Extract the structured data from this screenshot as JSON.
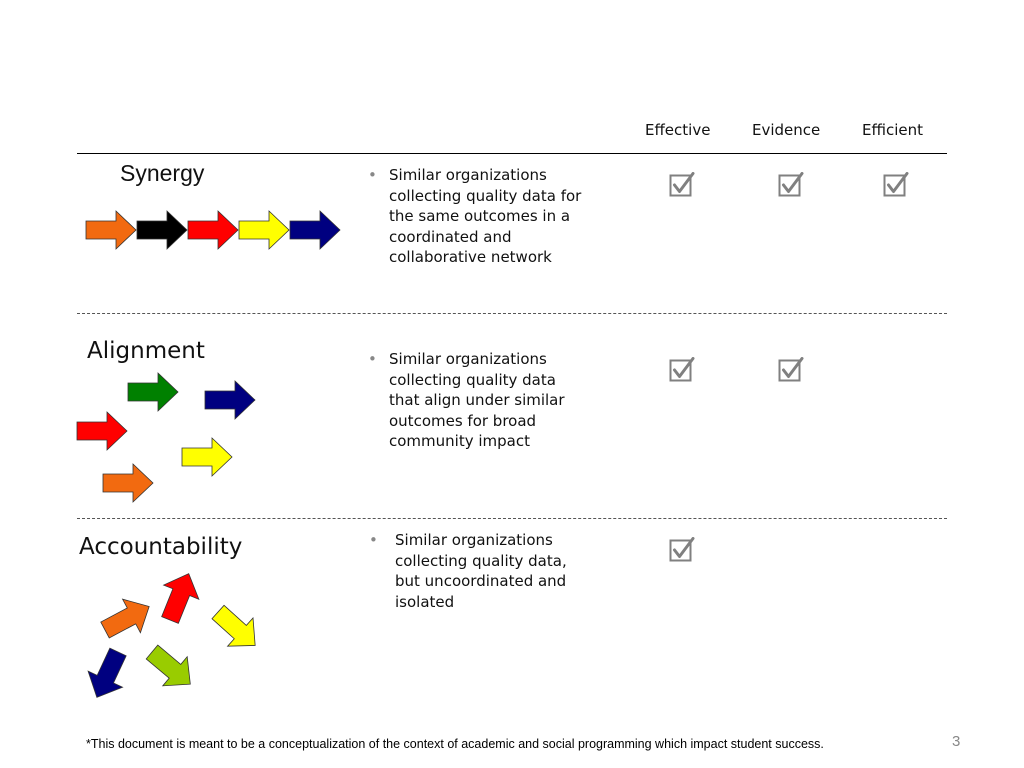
{
  "columns": {
    "effective": "Effective",
    "evidence": "Evidence",
    "efficient": "Efficient"
  },
  "rows": [
    {
      "title": "Synergy",
      "description": [
        "Similar organizations",
        "collecting quality data for",
        "the same outcomes in a",
        "coordinated and",
        "collaborative network"
      ],
      "checks": {
        "effective": true,
        "evidence": true,
        "efficient": true
      }
    },
    {
      "title": "Alignment",
      "description": [
        "Similar organizations",
        "collecting quality data",
        "that align under similar",
        "outcomes for broad",
        "community impact"
      ],
      "checks": {
        "effective": true,
        "evidence": true,
        "efficient": false
      }
    },
    {
      "title": "Accountability",
      "description": [
        "Similar organizations",
        "collecting quality data,",
        "but uncoordinated and",
        "isolated"
      ],
      "checks": {
        "effective": true,
        "evidence": false,
        "efficient": false
      }
    }
  ],
  "bullet": "•",
  "footnote": "*This document is meant to be a conceptualization of the context of academic and social programming which impact student success.",
  "page_number": "3",
  "colors": {
    "orange": "#f26a10",
    "black": "#000000",
    "red": "#ff0000",
    "yellow": "#ffff00",
    "navy": "#000080",
    "green": "#008000",
    "lime": "#99cc00",
    "check": "#808080"
  }
}
